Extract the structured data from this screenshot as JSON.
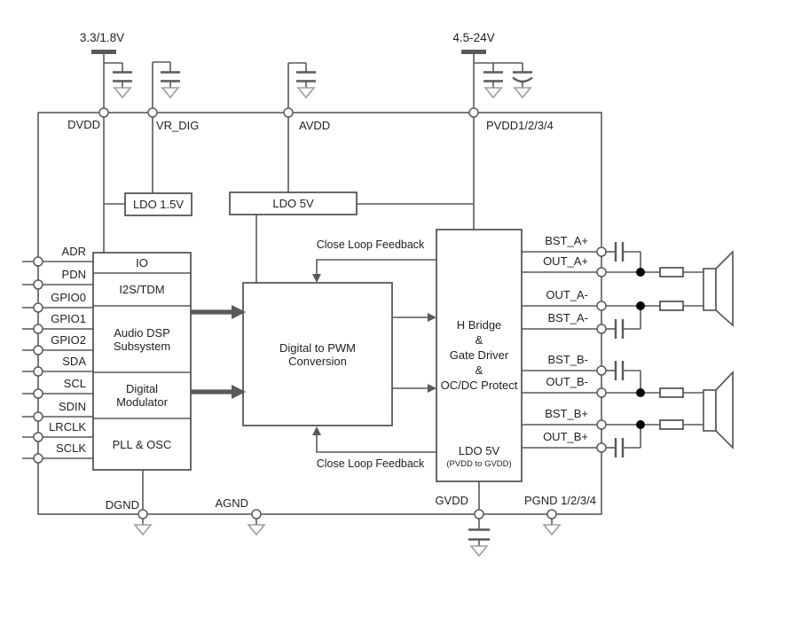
{
  "power": {
    "digital_supply": "3.3/1.8V",
    "main_supply": "4.5-24V"
  },
  "top_pins": {
    "dvdd": "DVDD",
    "vr_dig": "VR_DIG",
    "avdd": "AVDD",
    "pvdd": "PVDD1/2/3/4"
  },
  "left_pins": [
    "ADR",
    "PDN",
    "GPIO0",
    "GPIO1",
    "GPIO2",
    "SDA",
    "SCL",
    "SDIN",
    "LRCLK",
    "SCLK"
  ],
  "right_pins": [
    "BST_A+",
    "OUT_A+",
    "OUT_A-",
    "BST_A-",
    "BST_B-",
    "OUT_B-",
    "BST_B+",
    "OUT_B+"
  ],
  "bottom_pins": {
    "dgnd": "DGND",
    "agnd": "AGND",
    "gvdd": "GVDD",
    "pgnd": "PGND 1/2/3/4"
  },
  "blocks": {
    "ldo15": "LDO 1.5V",
    "ldo5": "LDO 5V",
    "io": "IO",
    "i2s": "I2S/TDM",
    "dsp1": "Audio DSP",
    "dsp2": "Subsystem",
    "mod1": "Digital",
    "mod2": "Modulator",
    "pll": "PLL & OSC",
    "pwm1": "Digital to PWM",
    "pwm2": "Conversion",
    "hbridge": [
      "H Bridge",
      "&",
      "Gate Driver",
      "&",
      "OC/DC Protect"
    ],
    "hb_ldo": "LDO 5V",
    "hb_ldo_sub": "(PVDD to GVDD)"
  },
  "annotations": {
    "feedback_top": "Close Loop Feedback",
    "feedback_bottom": "Close Loop Feedback"
  },
  "colors": {
    "wire": "#595959",
    "text": "#1f1f1f",
    "ground": "#9e9e9e",
    "junction_dot": "#000000"
  }
}
